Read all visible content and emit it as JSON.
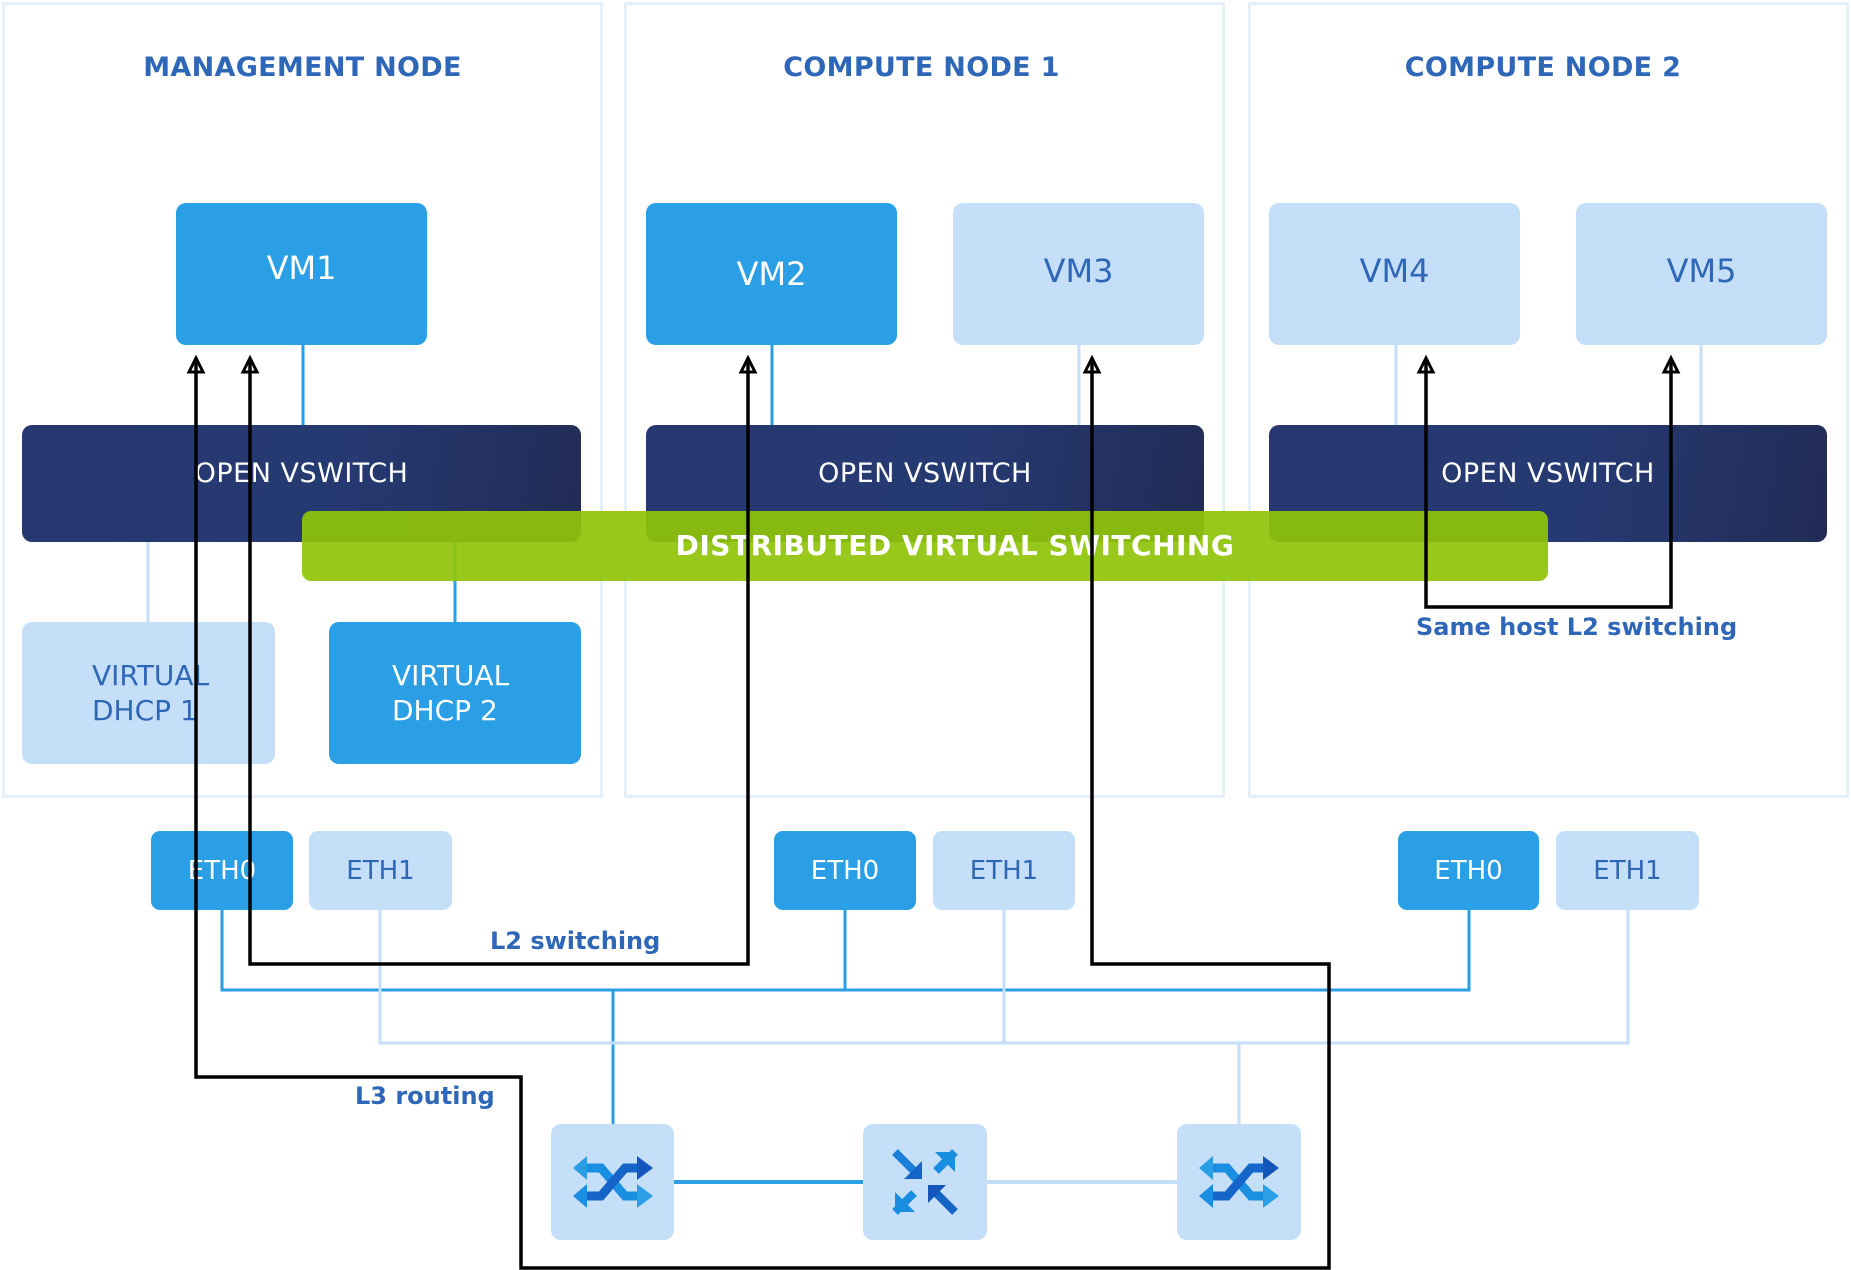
{
  "nodes": [
    {
      "title": "MANAGEMENT NODE"
    },
    {
      "title": "COMPUTE NODE 1"
    },
    {
      "title": "COMPUTE NODE 2"
    }
  ],
  "vms": [
    "VM1",
    "VM2",
    "VM3",
    "VM4",
    "VM5"
  ],
  "vswitch_label": "OPEN VSWITCH",
  "dhcp": [
    {
      "line1": "VIRTUAL",
      "line2": "DHCP 1"
    },
    {
      "line1": "VIRTUAL",
      "line2": "DHCP 2"
    }
  ],
  "eth": {
    "eth0": "ETH0",
    "eth1": "ETH1"
  },
  "banner": "DISTRIBUTED VIRTUAL SWITCHING",
  "annotations": {
    "same_host": "Same host L2 switching",
    "l2": "L2 switching",
    "l3": "L3 routing"
  },
  "physical_switches": [
    {
      "icon": "crossing-arrows-icon"
    },
    {
      "icon": "converging-arrows-icon"
    },
    {
      "icon": "crossing-arrows-icon"
    }
  ],
  "colors": {
    "title_blue": "#2f67b8",
    "dark_blue_box": "#2a9fe5",
    "light_blue_box": "#c6dff8",
    "vswitch_navy": "#27376f",
    "banner_green": "#8fc40a",
    "path_black": "#000000"
  }
}
